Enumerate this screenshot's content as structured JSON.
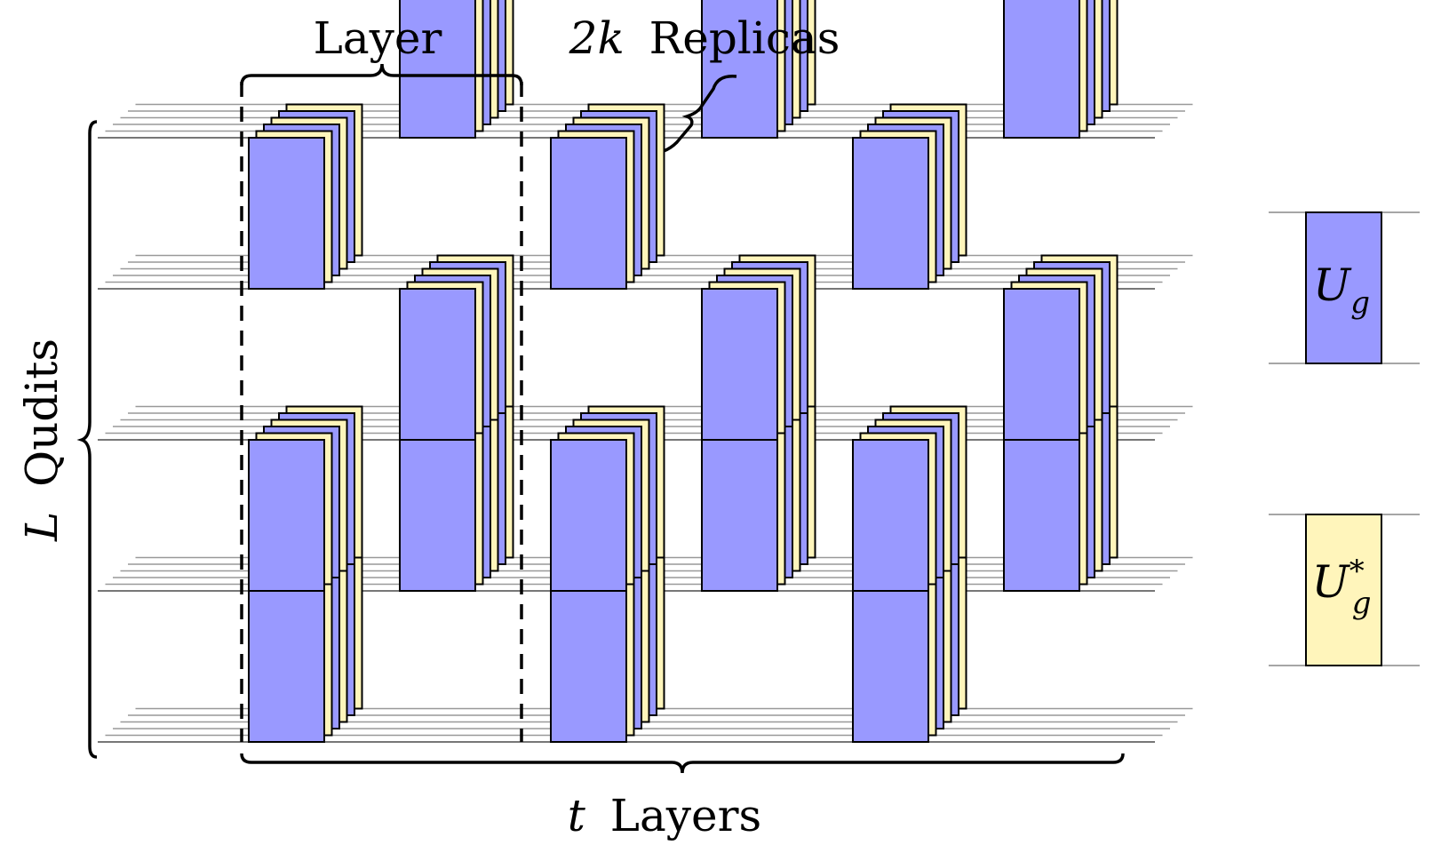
{
  "labels": {
    "layer": "Layer",
    "replicas_math": "2k",
    "replicas_text": "Replicas",
    "qudits_math": "L",
    "qudits_text": "Qudits",
    "layers_math": "t",
    "layers_text": "Layers"
  },
  "legend": {
    "blue": {
      "label_base": "U",
      "label_sub": "g",
      "label_sup": ""
    },
    "yellow": {
      "label_base": "U",
      "label_sub": "g",
      "label_sup": "*"
    }
  },
  "colors": {
    "blue": "#9999ff",
    "yellow": "#fff5bb",
    "wire": "#888888",
    "outline": "#000000"
  }
}
